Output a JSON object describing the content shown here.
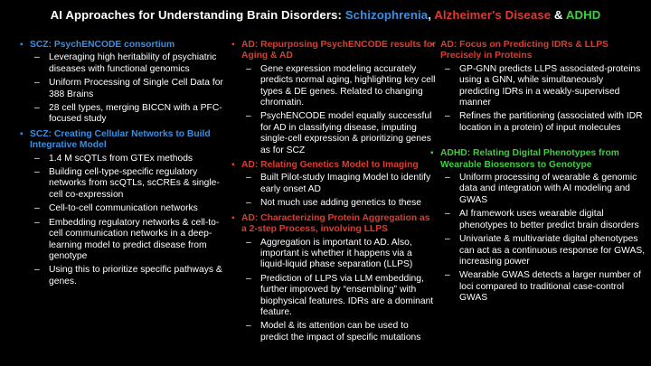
{
  "title": {
    "prefix": "AI Approaches for Understanding Brain Disorders: ",
    "scz": "Schizophrenia",
    "sep1": ", ",
    "ad": "Alzheimer's Disease",
    "sep2": " & ",
    "adhd": "ADHD"
  },
  "colors": {
    "scz": "#3a8fe0",
    "ad": "#e03a2e",
    "adhd": "#3fce3f",
    "background": "#000000"
  },
  "columns": [
    {
      "sections": [
        {
          "category": "scz",
          "heading": "SCZ: PsychENCODE  consortium",
          "bullets": [
            "Leveraging high heritability of psychiatric diseases with functional genomics",
            "Uniform Processing of Single Cell Data for 388 Brains",
            "28 cell types, merging BICCN with a PFC-focused study"
          ]
        },
        {
          "category": "scz",
          "heading": "SCZ: Creating Cellular Networks to Build Integrative Model",
          "bullets": [
            "1.4 M scQTLs from GTEx methods",
            "Building cell-type-specific regulatory networks from scQTLs, scCREs & single-cell co-expression",
            "Cell-to-cell communication networks",
            "Embedding regulatory networks & cell-to-cell communication networks in a deep-learning model to predict disease from genotype",
            "Using this to prioritize specific pathways & genes."
          ]
        }
      ]
    },
    {
      "sections": [
        {
          "category": "ad",
          "heading": "AD: Repurposing PsychENCODE results for Aging & AD",
          "bullets": [
            "Gene expression modeling accurately predicts normal aging, highlighting key cell types & DE genes. Related to changing chromatin.",
            "PsychENCODE model equally successful for AD in classifying disease, imputing single-cell expression & prioritizing genes as for SCZ"
          ]
        },
        {
          "category": "ad",
          "heading": "AD: Relating Genetics Model to Imaging",
          "bullets": [
            "Built Pilot-study Imaging Model to identify early onset AD",
            "Not much use adding genetics to these"
          ]
        },
        {
          "category": "ad",
          "heading": "AD: Characterizing Protein Aggregation as a 2-step Process, involving LLPS",
          "bullets": [
            "Aggregation is important to AD. Also, important is whether it happens via a liquid-liquid phase separation (LLPS)",
            "Prediction of LLPS via LLM embedding, further improved by “ensembling” with biophysical features. IDRs are a dominant feature.",
            "Model & its attention can be used to predict the impact of specific mutations"
          ]
        }
      ]
    },
    {
      "sections": [
        {
          "category": "ad",
          "heading": "AD: Focus on Predicting IDRs & LLPS Precisely in Proteins",
          "bullets": [
            "GP-GNN predicts LLPS associated-proteins using a GNN, while simultaneously predicting IDRs in a weakly-supervised manner",
            "Refines the partitioning (associated with IDR location in a protein) of input molecules"
          ]
        },
        {
          "category": "adhd",
          "heading": "ADHD: Relating Digital Phenotypes from Wearable Biosensors to Genotype",
          "bullets": [
            "Uniform processing of wearable & genomic data and integration with AI modeling and GWAS",
            "AI framework uses wearable digital phenotypes to better predict brain disorders",
            "Univariate & multivariate digital phenotypes can act as a continuous response for GWAS, increasing power",
            "Wearable GWAS detects a larger number of loci compared to traditional case-control GWAS"
          ]
        }
      ]
    }
  ]
}
